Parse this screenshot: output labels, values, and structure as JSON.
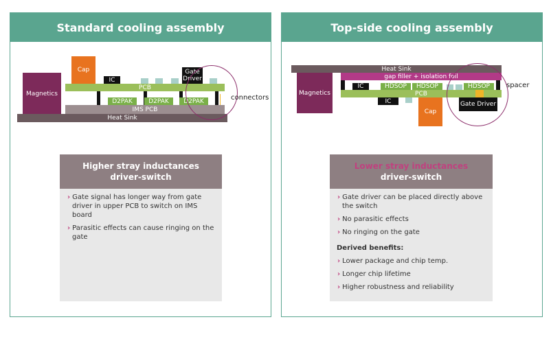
{
  "left": {
    "title": "Standard cooling assembly",
    "diagram": {
      "magnetics": "Magnetics",
      "cap": "Cap",
      "ic": "IC",
      "gate_driver": "Gate\nDriver",
      "pcb": "PCB",
      "d2pak": [
        "D2PAK",
        "D2PAK",
        "D2PAK"
      ],
      "ims_pcb": "IMS PCB",
      "heat_sink": "Heat Sink",
      "connectors": "connectors"
    },
    "info": {
      "heading_line1": "Higher stray inductances",
      "heading_line2": "driver-switch",
      "bullets": [
        "Gate signal has longer way from gate driver in upper PCB to switch on IMS board",
        "Parasitic effects can cause ringing on the gate"
      ]
    }
  },
  "right": {
    "title": "Top-side cooling assembly",
    "diagram": {
      "heat_sink": "Heat Sink",
      "gap_filler": "gap filler + isolation foil",
      "magnetics": "Magnetics",
      "ic_top": "IC",
      "hdsop": [
        "HDSOP",
        "HDSOP",
        "HDSOP"
      ],
      "pcb": "PCB",
      "ic_bottom": "IC",
      "cap": "Cap",
      "gate_driver": "Gate Driver",
      "spacer": "spacer"
    },
    "info": {
      "heading_line1": "Lower stray inductances",
      "heading_line2": "driver-switch",
      "bullets": [
        "Gate driver can be placed directly above the switch",
        "No parasitic effects",
        "No ringing on the gate"
      ],
      "derived_heading": "Derived benefits:",
      "derived_bullets": [
        "Lower package and chip temp.",
        "Longer chip lifetime",
        "Higher robustness and reliability"
      ]
    }
  },
  "colors": {
    "header": "#5aa58f",
    "magnetics": "#7d2a5a",
    "cap": "#e8731f",
    "pcb": "#9bbf5a",
    "heat_sink": "#6b5a5e",
    "accent": "#c0417f"
  }
}
